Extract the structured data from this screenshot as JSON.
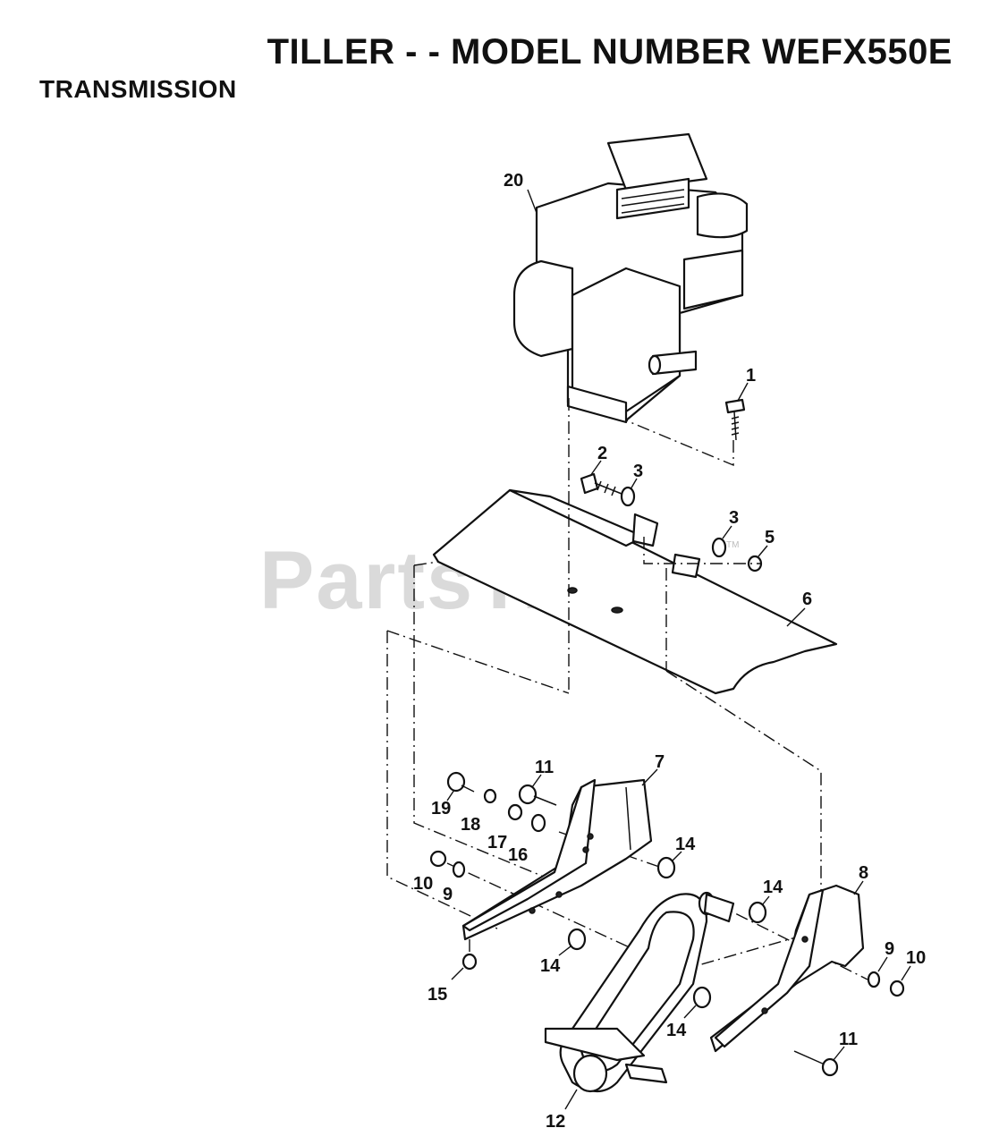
{
  "header": {
    "title": "TILLER - - MODEL NUMBER WEFX550E",
    "section": "TRANSMISSION"
  },
  "watermark": {
    "text": "PartsTree",
    "mark": "TM"
  },
  "callouts": [
    "1",
    "2",
    "3",
    "3",
    "5",
    "6",
    "7",
    "8",
    "9",
    "9",
    "10",
    "10",
    "11",
    "11",
    "12",
    "14",
    "14",
    "14",
    "14",
    "15",
    "16",
    "17",
    "18",
    "19",
    "20"
  ]
}
